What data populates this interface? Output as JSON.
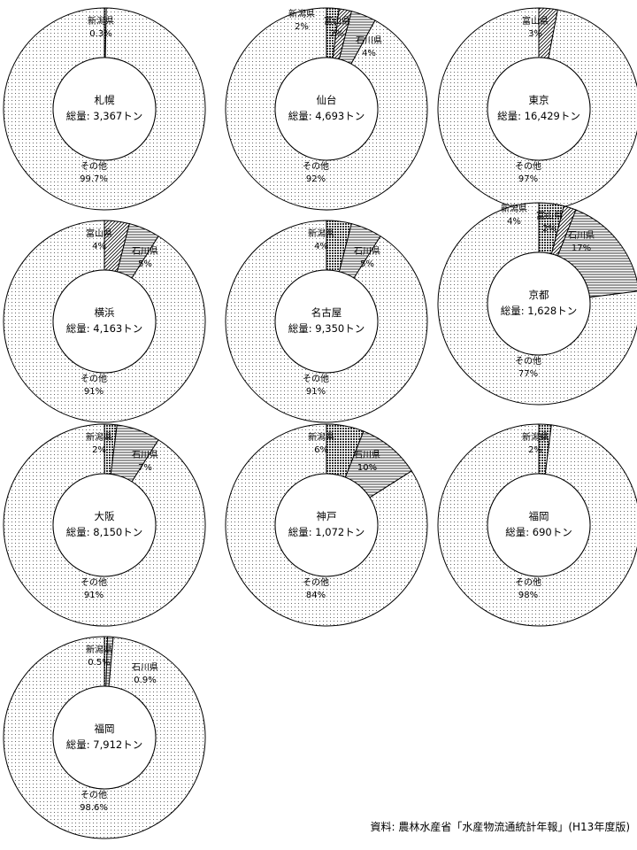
{
  "source": "資料: 農林水産省「水産物流通統計年報」(H13年度版)",
  "colors": {
    "outline": "#000000",
    "niigata": "#444444",
    "toyama": "#000000",
    "ishikawa": "#000000",
    "other": "#777777"
  },
  "chart_data": [
    {
      "type": "pie",
      "city": "札幌",
      "total": "総量: 3,367トン",
      "slices": [
        {
          "name": "新潟県",
          "value": 0.3,
          "label": "0.3%"
        },
        {
          "name": "その他",
          "value": 99.7,
          "label": "99.7%"
        }
      ]
    },
    {
      "type": "pie",
      "city": "仙台",
      "total": "総量: 4,693トン",
      "slices": [
        {
          "name": "新潟県",
          "value": 2,
          "label": "2%"
        },
        {
          "name": "富山県",
          "value": 2,
          "label": "2%"
        },
        {
          "name": "石川県",
          "value": 4,
          "label": "4%"
        },
        {
          "name": "その他",
          "value": 92,
          "label": "92%"
        }
      ]
    },
    {
      "type": "pie",
      "city": "東京",
      "total": "総量: 16,429トン",
      "slices": [
        {
          "name": "富山県",
          "value": 3,
          "label": "3%"
        },
        {
          "name": "その他",
          "value": 97,
          "label": "97%"
        }
      ]
    },
    {
      "type": "pie",
      "city": "横浜",
      "total": "総量: 4,163トン",
      "slices": [
        {
          "name": "富山県",
          "value": 4,
          "label": "4%"
        },
        {
          "name": "石川県",
          "value": 5,
          "label": "5%"
        },
        {
          "name": "その他",
          "value": 91,
          "label": "91%"
        }
      ]
    },
    {
      "type": "pie",
      "city": "名古屋",
      "total": "総量: 9,350トン",
      "slices": [
        {
          "name": "新潟県",
          "value": 4,
          "label": "4%"
        },
        {
          "name": "石川県",
          "value": 5,
          "label": "5%"
        },
        {
          "name": "その他",
          "value": 91,
          "label": "91%"
        }
      ]
    },
    {
      "type": "pie",
      "city": "京都",
      "total": "総量: 1,628トン",
      "slices": [
        {
          "name": "新潟県",
          "value": 4,
          "label": "4%"
        },
        {
          "name": "富山県",
          "value": 2,
          "label": "2%"
        },
        {
          "name": "石川県",
          "value": 17,
          "label": "17%"
        },
        {
          "name": "その他",
          "value": 77,
          "label": "77%"
        }
      ]
    },
    {
      "type": "pie",
      "city": "大阪",
      "total": "総量: 8,150トン",
      "slices": [
        {
          "name": "新潟県",
          "value": 2,
          "label": "2%"
        },
        {
          "name": "石川県",
          "value": 7,
          "label": "7%"
        },
        {
          "name": "その他",
          "value": 91,
          "label": "91%"
        }
      ]
    },
    {
      "type": "pie",
      "city": "神戸",
      "total": "総量: 1,072トン",
      "slices": [
        {
          "name": "新潟県",
          "value": 6,
          "label": "6%"
        },
        {
          "name": "石川県",
          "value": 10,
          "label": "10%"
        },
        {
          "name": "その他",
          "value": 84,
          "label": "84%"
        }
      ]
    },
    {
      "type": "pie",
      "city": "福岡",
      "total": "総量: 690トン",
      "slices": [
        {
          "name": "新潟県",
          "value": 2,
          "label": "2%"
        },
        {
          "name": "その他",
          "value": 98,
          "label": "98%"
        }
      ]
    },
    {
      "type": "pie",
      "city": "福岡",
      "total": "総量: 7,912トン",
      "slices": [
        {
          "name": "新潟県",
          "value": 0.5,
          "label": "0.5%"
        },
        {
          "name": "石川県",
          "value": 0.9,
          "label": "0.9%"
        },
        {
          "name": "その他",
          "value": 98.6,
          "label": "98.6%"
        }
      ]
    }
  ]
}
